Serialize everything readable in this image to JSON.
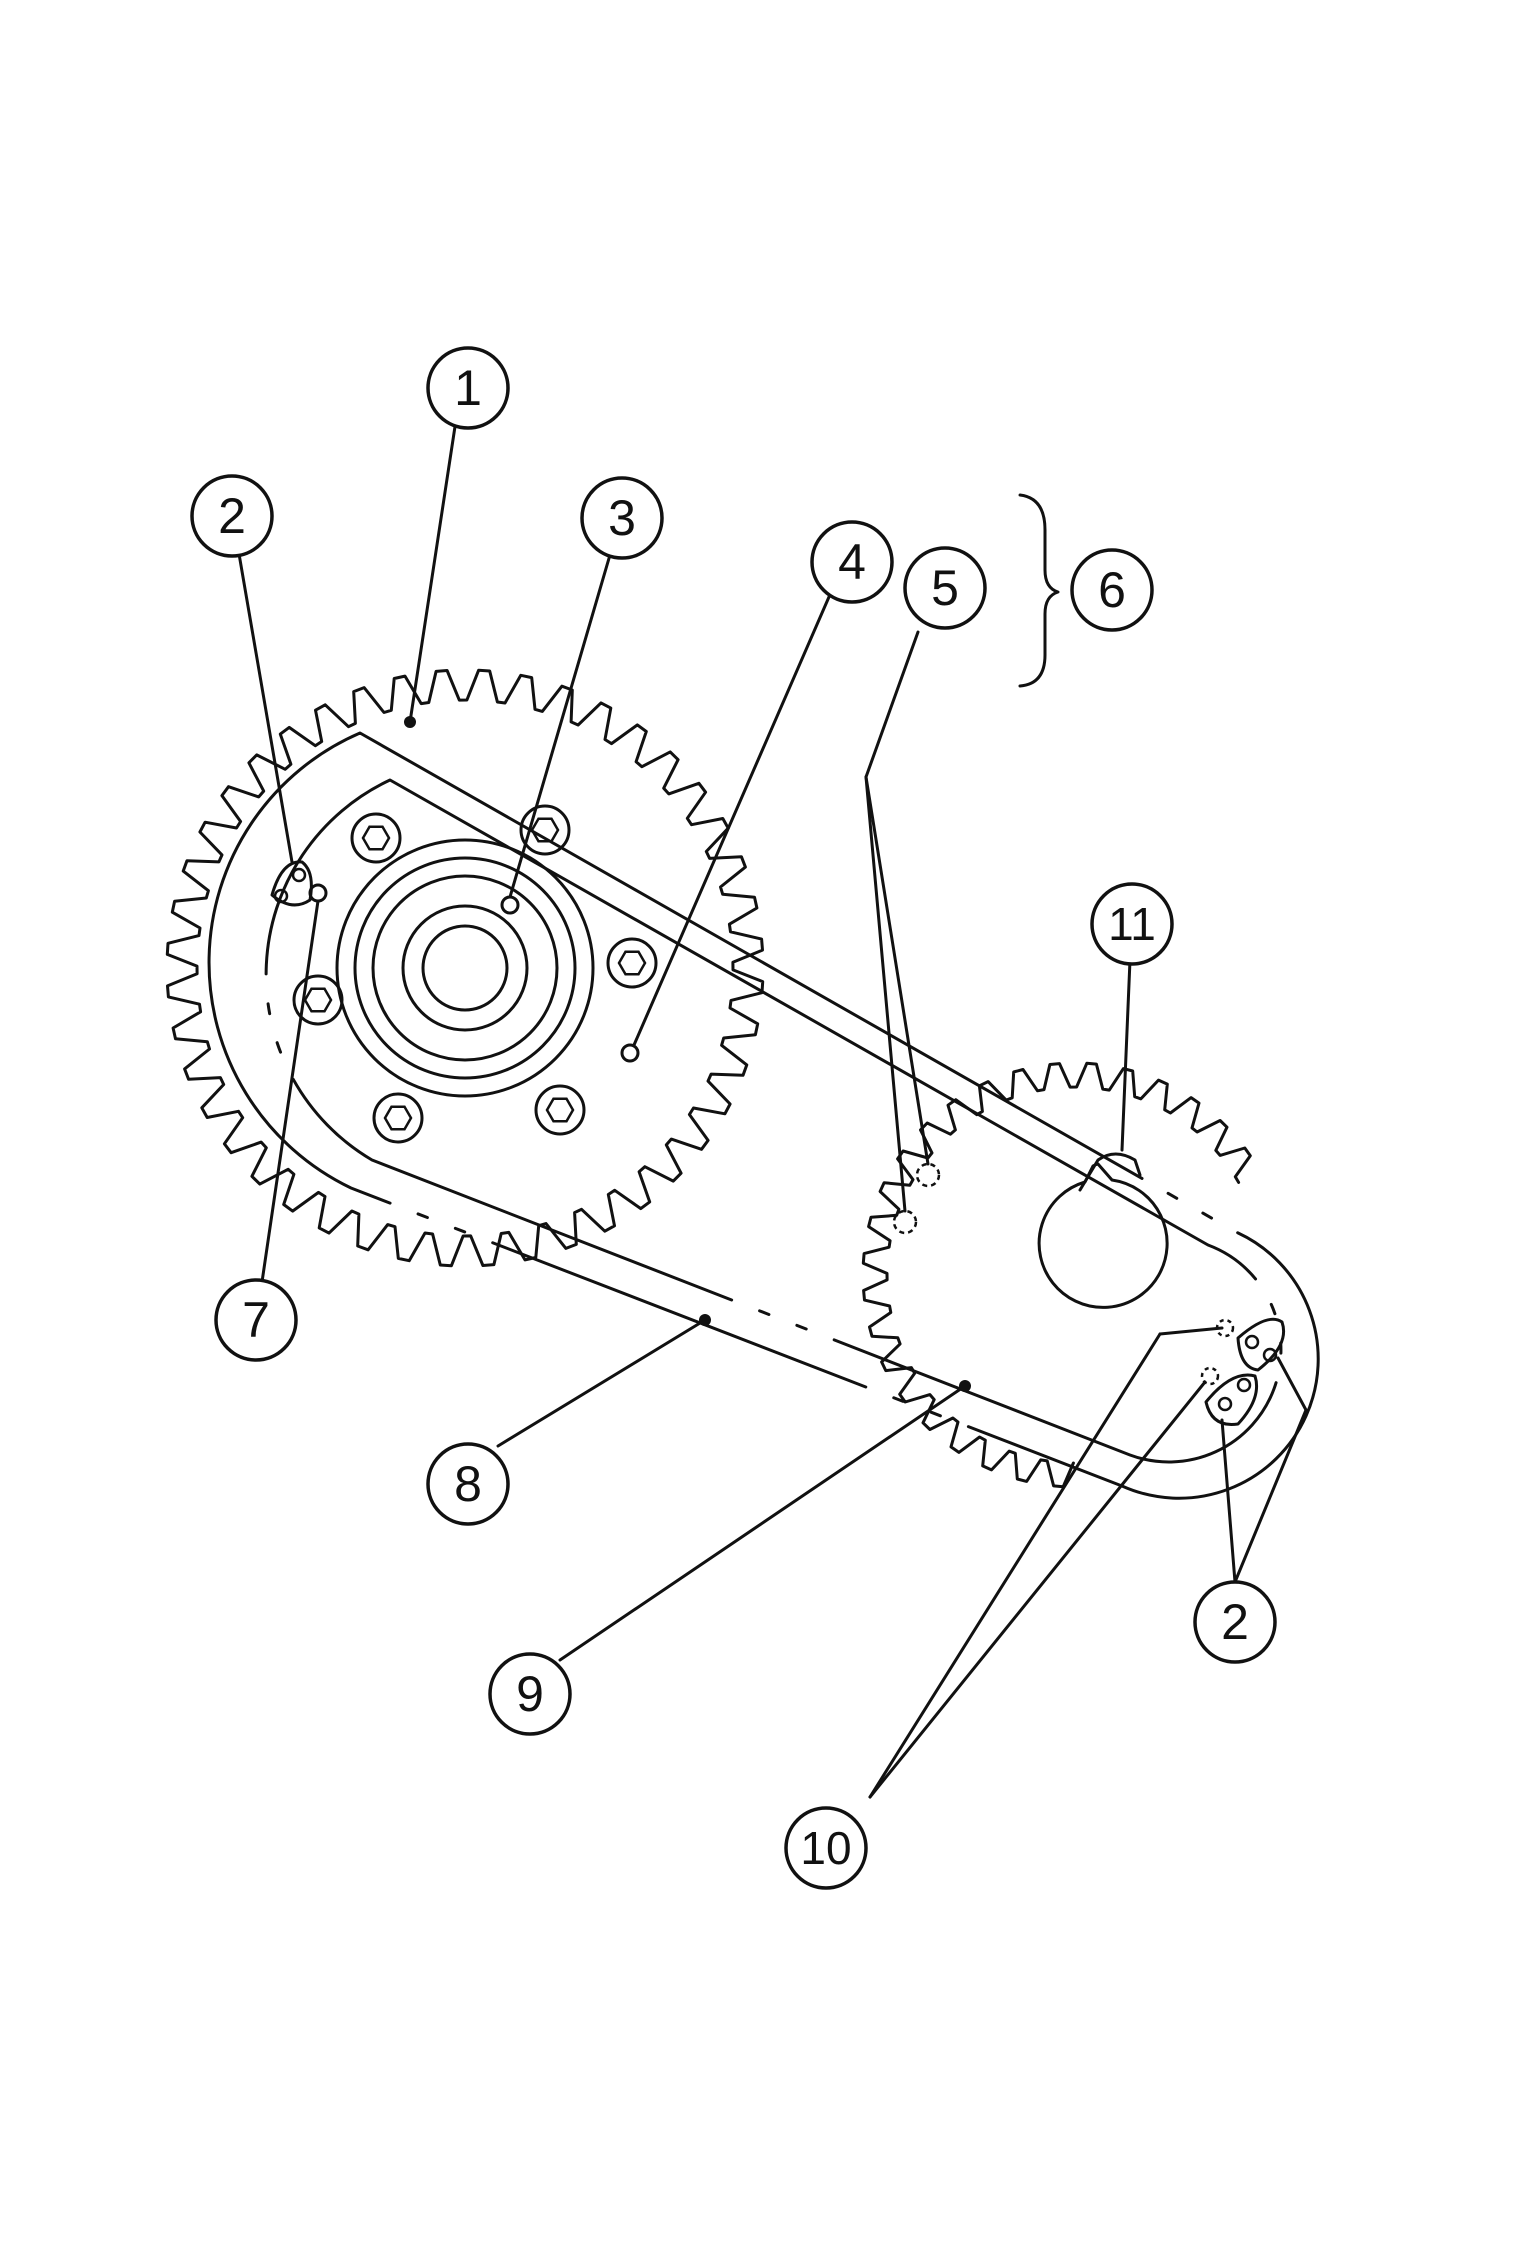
{
  "callouts": [
    {
      "id": "c1",
      "label": "1"
    },
    {
      "id": "c2a",
      "label": "2"
    },
    {
      "id": "c3",
      "label": "3"
    },
    {
      "id": "c4",
      "label": "4"
    },
    {
      "id": "c5",
      "label": "5"
    },
    {
      "id": "c6",
      "label": "6"
    },
    {
      "id": "c7",
      "label": "7"
    },
    {
      "id": "c8",
      "label": "8"
    },
    {
      "id": "c9",
      "label": "9"
    },
    {
      "id": "c10",
      "label": "10"
    },
    {
      "id": "c11",
      "label": "11"
    },
    {
      "id": "c2b",
      "label": "2"
    }
  ],
  "large_sprocket_teeth": 44,
  "small_sprocket_teeth": 36
}
